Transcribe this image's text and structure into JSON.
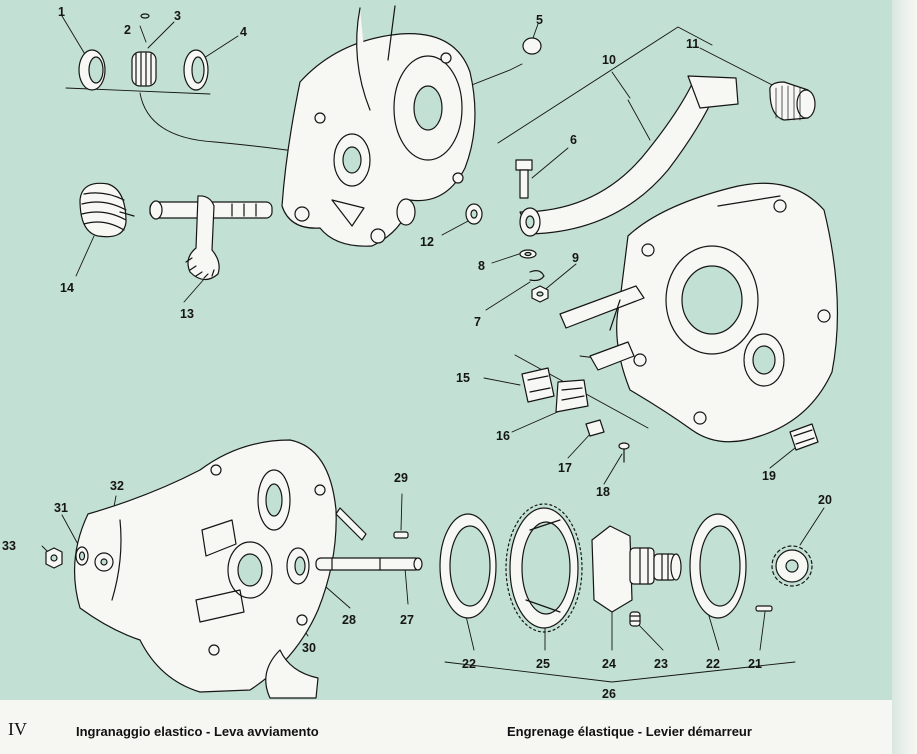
{
  "page_number": "IV",
  "caption_italian": "Ingranaggio elastico - Leva avviamento",
  "caption_french": "Engrenage élastique - Levier démarreur",
  "colors": {
    "background": "#c2e0d3",
    "ink": "#151515",
    "part_fill": "#f7f7f4"
  },
  "callouts": {
    "n1": "1",
    "n2": "2",
    "n3": "3",
    "n4": "4",
    "n5": "5",
    "n6": "6",
    "n7": "7",
    "n8": "8",
    "n9": "9",
    "n10": "10",
    "n11": "11",
    "n12": "12",
    "n13": "13",
    "n14": "14",
    "n15": "15",
    "n16": "16",
    "n17": "17",
    "n18": "18",
    "n19": "19",
    "n20": "20",
    "n21": "21",
    "n22a": "22",
    "n22b": "22",
    "n23": "23",
    "n24": "24",
    "n25": "25",
    "n26": "26",
    "n27": "27",
    "n28": "28",
    "n29": "29",
    "n30": "30",
    "n31": "31",
    "n32": "32",
    "n33": "33"
  }
}
